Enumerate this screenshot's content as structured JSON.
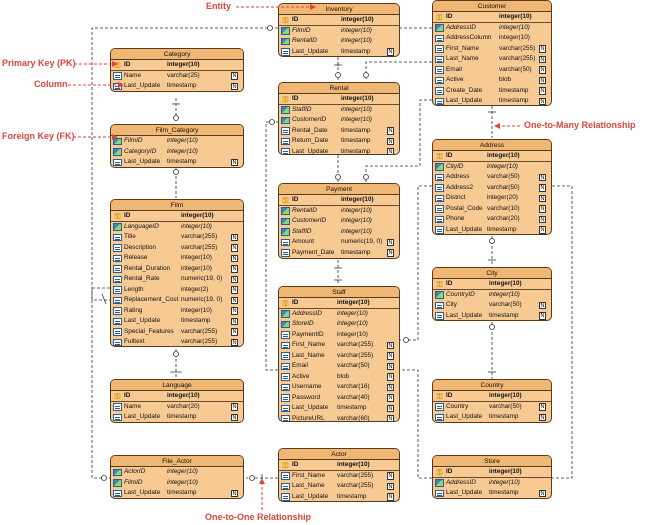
{
  "annotations": {
    "entity": "Entity",
    "primary_key": "Primary Key (PK)",
    "column": "Column",
    "foreign_key": "Foreign Key (FK)",
    "one_to_many": "One-to-Many Relationship",
    "one_to_one": "One-to-One Relationship"
  },
  "colors": {
    "entity_fill": "#f7c993",
    "annotation": "#d9473e",
    "connector": "#333333"
  },
  "not_null_marker": "N",
  "entities": {
    "inventory": {
      "title": "Inventory",
      "rows": [
        {
          "name": "ID",
          "type": "integer(10)",
          "kind": "pk",
          "nn": false
        },
        {
          "name": "FilmID",
          "type": "integer(10)",
          "kind": "fk",
          "nn": false
        },
        {
          "name": "RentalID",
          "type": "integer(10)",
          "kind": "fk",
          "nn": false
        },
        {
          "name": "Last_Update",
          "type": "timestamp",
          "kind": "col",
          "nn": true
        }
      ]
    },
    "customer": {
      "title": "Customer",
      "rows": [
        {
          "name": "ID",
          "type": "integer(10)",
          "kind": "pk",
          "nn": false
        },
        {
          "name": "AddressID",
          "type": "integer(10)",
          "kind": "fk",
          "nn": false
        },
        {
          "name": "AddressColumn",
          "type": "integer(10)",
          "kind": "col",
          "nn": false
        },
        {
          "name": "First_Name",
          "type": "varchar(255)",
          "kind": "col",
          "nn": true
        },
        {
          "name": "Last_Name",
          "type": "varchar(255)",
          "kind": "col",
          "nn": true
        },
        {
          "name": "Email",
          "type": "varchar(50)",
          "kind": "col",
          "nn": true
        },
        {
          "name": "Active",
          "type": "blob",
          "kind": "col",
          "nn": true
        },
        {
          "name": "Create_Date",
          "type": "timestamp",
          "kind": "col",
          "nn": true
        },
        {
          "name": "Last_Update",
          "type": "timestamp",
          "kind": "col",
          "nn": true
        }
      ]
    },
    "category": {
      "title": "Category",
      "rows": [
        {
          "name": "ID",
          "type": "integer(10)",
          "kind": "pk",
          "nn": false
        },
        {
          "name": "Name",
          "type": "varchar(25)",
          "kind": "col",
          "nn": true
        },
        {
          "name": "Last_Update",
          "type": "timestamp",
          "kind": "col",
          "nn": true
        }
      ]
    },
    "rental": {
      "title": "Rental",
      "rows": [
        {
          "name": "ID",
          "type": "integer(10)",
          "kind": "pk",
          "nn": false
        },
        {
          "name": "StaffID",
          "type": "integer(10)",
          "kind": "fk",
          "nn": false
        },
        {
          "name": "CustomerID",
          "type": "integer(10)",
          "kind": "fk",
          "nn": false
        },
        {
          "name": "Rental_Date",
          "type": "timestamp",
          "kind": "col",
          "nn": true
        },
        {
          "name": "Return_Date",
          "type": "timestamp",
          "kind": "col",
          "nn": true
        },
        {
          "name": "Last_Update",
          "type": "timestamp",
          "kind": "col",
          "nn": true
        }
      ]
    },
    "film_category": {
      "title": "Film_Category",
      "rows": [
        {
          "name": "FilmID",
          "type": "integer(10)",
          "kind": "fk",
          "nn": false
        },
        {
          "name": "CategoryID",
          "type": "integer(10)",
          "kind": "fk",
          "nn": false
        },
        {
          "name": "Last_Update",
          "type": "timestamp",
          "kind": "col",
          "nn": true
        }
      ]
    },
    "address": {
      "title": "Address",
      "rows": [
        {
          "name": "ID",
          "type": "integer(10)",
          "kind": "pk",
          "nn": false
        },
        {
          "name": "CityID",
          "type": "integer(10)",
          "kind": "fk",
          "nn": false
        },
        {
          "name": "Address",
          "type": "varchar(50)",
          "kind": "col",
          "nn": true
        },
        {
          "name": "Address2",
          "type": "varchar(50)",
          "kind": "col",
          "nn": true
        },
        {
          "name": "District",
          "type": "integer(20)",
          "kind": "col",
          "nn": true
        },
        {
          "name": "Postal_Code",
          "type": "varchar(10)",
          "kind": "col",
          "nn": true
        },
        {
          "name": "Phone",
          "type": "varchar(20)",
          "kind": "col",
          "nn": true
        },
        {
          "name": "Last_Update",
          "type": "timestamp",
          "kind": "col",
          "nn": true
        }
      ]
    },
    "payment": {
      "title": "Payment",
      "rows": [
        {
          "name": "ID",
          "type": "integer(10)",
          "kind": "pk",
          "nn": false
        },
        {
          "name": "RentalID",
          "type": "integer(10)",
          "kind": "fk",
          "nn": false
        },
        {
          "name": "CustomerID",
          "type": "integer(10)",
          "kind": "fk",
          "nn": false
        },
        {
          "name": "StaffID",
          "type": "integer(10)",
          "kind": "fk",
          "nn": false
        },
        {
          "name": "Amount",
          "type": "numeric(19, 0)",
          "kind": "col",
          "nn": true
        },
        {
          "name": "Payment_Date",
          "type": "timestamp",
          "kind": "col",
          "nn": true
        }
      ]
    },
    "film": {
      "title": "Film",
      "rows": [
        {
          "name": "ID",
          "type": "integer(10)",
          "kind": "pk",
          "nn": false
        },
        {
          "name": "LanguageID",
          "type": "integer(10)",
          "kind": "fk",
          "nn": false
        },
        {
          "name": "Title",
          "type": "varchar(255)",
          "kind": "col",
          "nn": true
        },
        {
          "name": "Description",
          "type": "varchar(255)",
          "kind": "col",
          "nn": true
        },
        {
          "name": "Release",
          "type": "integer(10)",
          "kind": "col",
          "nn": true
        },
        {
          "name": "Rental_Duration",
          "type": "integer(10)",
          "kind": "col",
          "nn": true
        },
        {
          "name": "Rental_Rate",
          "type": "numeric(19, 0)",
          "kind": "col",
          "nn": true
        },
        {
          "name": "Length",
          "type": "integer(2)",
          "kind": "col",
          "nn": true
        },
        {
          "name": "Replacement_Cost",
          "type": "numeric(19, 0)",
          "kind": "col",
          "nn": true
        },
        {
          "name": "Rating",
          "type": "integer(10)",
          "kind": "col",
          "nn": true
        },
        {
          "name": "Last_Update",
          "type": "timestamp",
          "kind": "col",
          "nn": true
        },
        {
          "name": "Special_Features",
          "type": "varchar(255)",
          "kind": "col",
          "nn": true
        },
        {
          "name": "Fulltext",
          "type": "varchar(255)",
          "kind": "col",
          "nn": true
        }
      ]
    },
    "city": {
      "title": "City",
      "rows": [
        {
          "name": "ID",
          "type": "integer(10)",
          "kind": "pk",
          "nn": false
        },
        {
          "name": "CountryID",
          "type": "integer(10)",
          "kind": "fk",
          "nn": false
        },
        {
          "name": "City",
          "type": "varchar(50)",
          "kind": "col",
          "nn": true
        },
        {
          "name": "Last_Update",
          "type": "timestamp",
          "kind": "col",
          "nn": true
        }
      ]
    },
    "staff": {
      "title": "Staff",
      "rows": [
        {
          "name": "ID",
          "type": "integer(10)",
          "kind": "pk",
          "nn": false
        },
        {
          "name": "AddressID",
          "type": "integer(10)",
          "kind": "fk",
          "nn": false
        },
        {
          "name": "StoreID",
          "type": "integer(10)",
          "kind": "fk",
          "nn": false
        },
        {
          "name": "PaymentID",
          "type": "integer(10)",
          "kind": "col",
          "nn": false
        },
        {
          "name": "First_Name",
          "type": "varchar(255)",
          "kind": "col",
          "nn": true
        },
        {
          "name": "Last_Name",
          "type": "varchar(255)",
          "kind": "col",
          "nn": true
        },
        {
          "name": "Email",
          "type": "varchar(50)",
          "kind": "col",
          "nn": true
        },
        {
          "name": "Active",
          "type": "blob",
          "kind": "col",
          "nn": true
        },
        {
          "name": "Username",
          "type": "varchar(16)",
          "kind": "col",
          "nn": true
        },
        {
          "name": "Password",
          "type": "varchar(40)",
          "kind": "col",
          "nn": true
        },
        {
          "name": "Last_Update",
          "type": "timestamp",
          "kind": "col",
          "nn": true
        },
        {
          "name": "PictureURL",
          "type": "varchar(60)",
          "kind": "col",
          "nn": true
        }
      ]
    },
    "language": {
      "title": "Language",
      "rows": [
        {
          "name": "ID",
          "type": "integer(10)",
          "kind": "pk",
          "nn": false
        },
        {
          "name": "Name",
          "type": "varchar(20)",
          "kind": "col",
          "nn": true
        },
        {
          "name": "Last_Update",
          "type": "timestamp",
          "kind": "col",
          "nn": true
        }
      ]
    },
    "country": {
      "title": "Country",
      "rows": [
        {
          "name": "ID",
          "type": "integer(10)",
          "kind": "pk",
          "nn": false
        },
        {
          "name": "Country",
          "type": "varchar(50)",
          "kind": "col",
          "nn": true
        },
        {
          "name": "Last_Update",
          "type": "timestamp",
          "kind": "col",
          "nn": true
        }
      ]
    },
    "film_actor": {
      "title": "File_Actor",
      "rows": [
        {
          "name": "ActorID",
          "type": "integer(10)",
          "kind": "fk",
          "nn": false
        },
        {
          "name": "FilmID",
          "type": "integer(10)",
          "kind": "fk",
          "nn": false
        },
        {
          "name": "Last_Update",
          "type": "timestamp",
          "kind": "col",
          "nn": true
        }
      ]
    },
    "actor": {
      "title": "Actor",
      "rows": [
        {
          "name": "ID",
          "type": "integer(10)",
          "kind": "pk",
          "nn": false
        },
        {
          "name": "First_Name",
          "type": "varchar(255)",
          "kind": "col",
          "nn": true
        },
        {
          "name": "Last_Name",
          "type": "varchar(255)",
          "kind": "col",
          "nn": true
        },
        {
          "name": "Last_Update",
          "type": "timestamp",
          "kind": "col",
          "nn": true
        }
      ]
    },
    "store": {
      "title": "Store",
      "rows": [
        {
          "name": "ID",
          "type": "integer(10)",
          "kind": "pk",
          "nn": false
        },
        {
          "name": "AddressID",
          "type": "integer(10)",
          "kind": "fk",
          "nn": false
        },
        {
          "name": "Last_Update",
          "type": "timestamp",
          "kind": "col",
          "nn": true
        }
      ]
    }
  }
}
